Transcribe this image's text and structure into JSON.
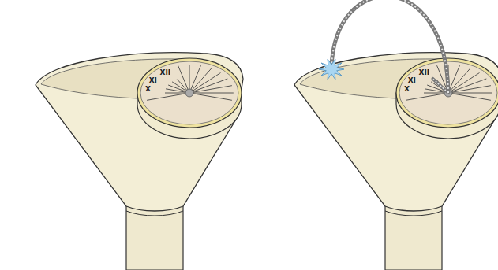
{
  "diagram": {
    "labels": [
      "XII",
      "XI",
      "X",
      "XII",
      "XI",
      "X"
    ]
  }
}
